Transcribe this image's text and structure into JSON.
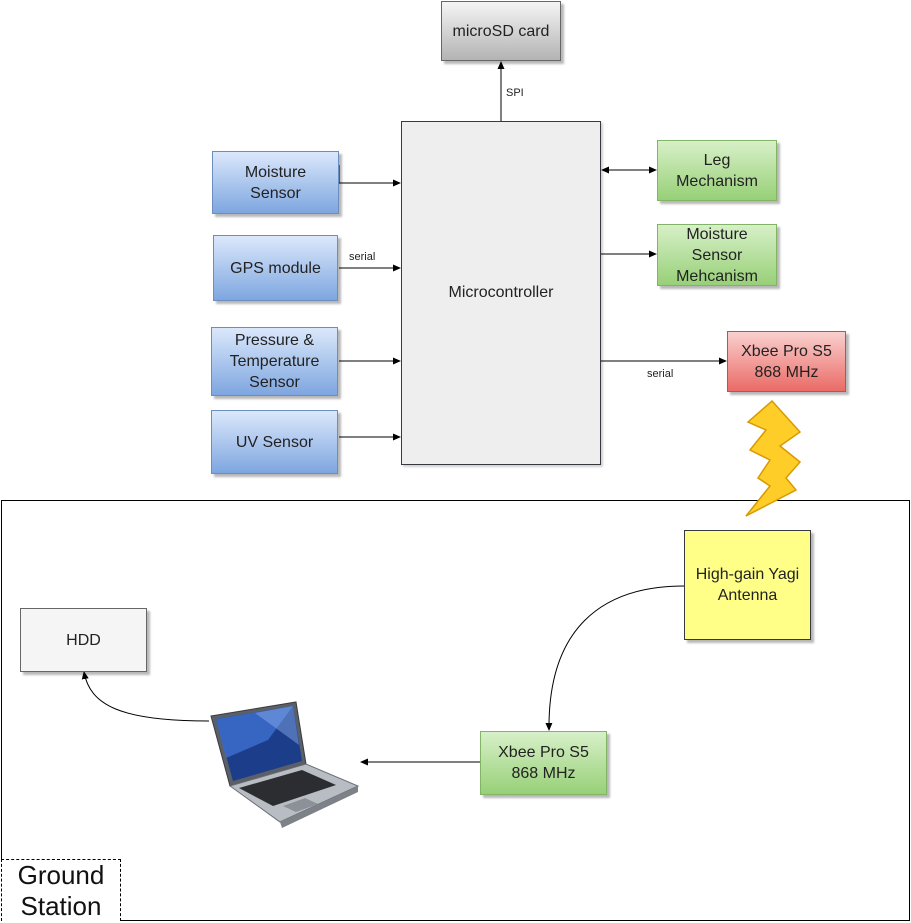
{
  "nodes": {
    "microsd": "microSD card",
    "microcontroller": "Microcontroller",
    "moisture_sensor": "Moisture Sensor",
    "gps": "GPS module",
    "pressure_temp": "Pressure & Temperature Sensor",
    "uv": "UV Sensor",
    "leg": "Leg Mechanism",
    "moisture_mech": "Moisture Sensor Mehcanism",
    "xbee_rover": "Xbee Pro S5 868 MHz",
    "antenna": "High-gain Yagi Antenna",
    "xbee_ground": "Xbee Pro S5 868 MHz",
    "hdd": "HDD"
  },
  "edge_labels": {
    "spi": "SPI",
    "gps_serial": "serial",
    "xbee_serial": "serial"
  },
  "group": {
    "ground_station": "Ground Station"
  },
  "icons": [
    "laptop-icon",
    "lightning-bolt-icon"
  ],
  "colors": {
    "sensor_fill": "#7ea6e0",
    "actuator_fill": "#97d077",
    "radio_fill": "#ea6b66",
    "antenna_fill": "#ffff88",
    "bolt_fill": "#ffcd28"
  }
}
